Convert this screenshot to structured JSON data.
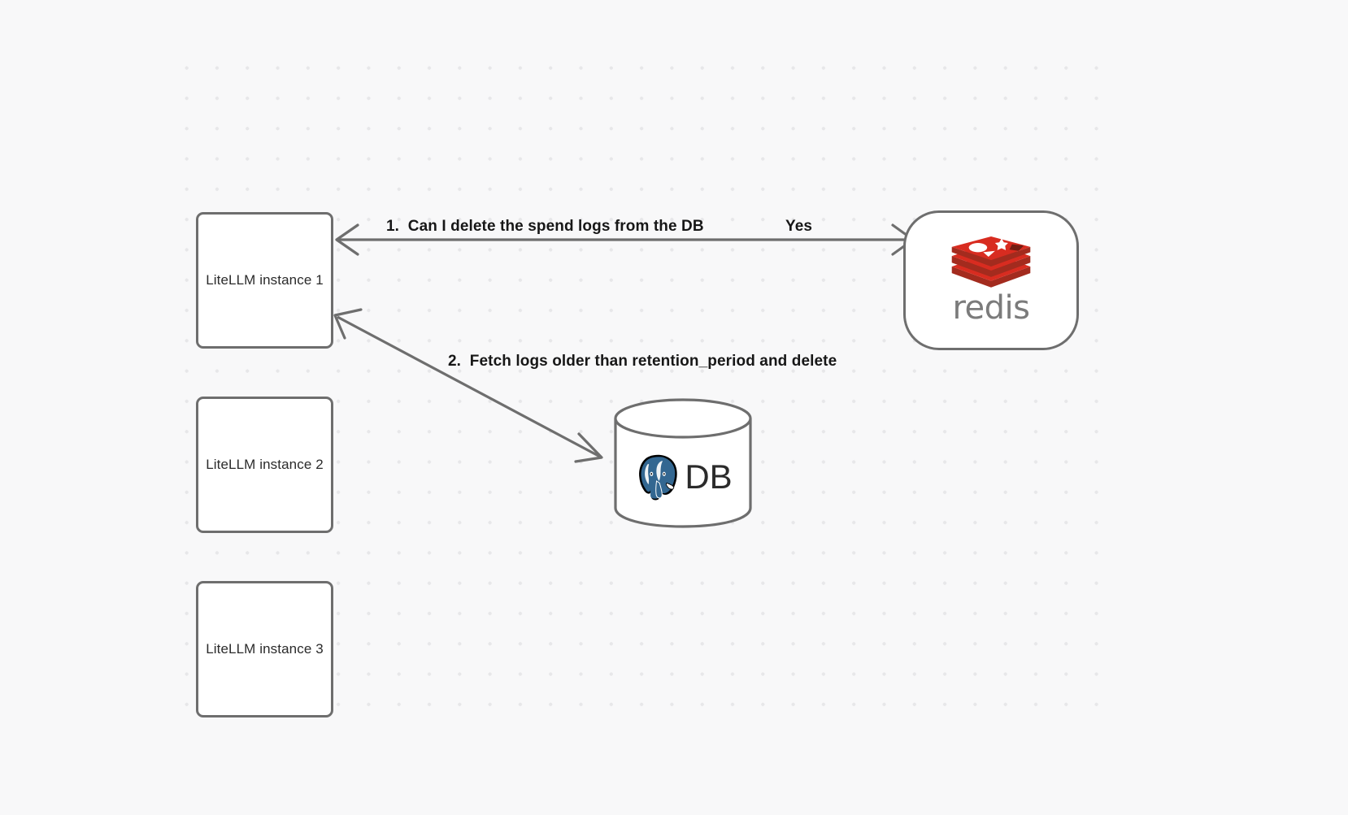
{
  "diagram": {
    "background": "#f8f8f9",
    "grid_dot_color": "#e7e7e9",
    "stroke_color": "#6e6e6e",
    "nodes": [
      {
        "id": "instance1",
        "label": "LiteLLM instance 1",
        "shape": "rounded-rect"
      },
      {
        "id": "instance2",
        "label": "LiteLLM instance 2",
        "shape": "rounded-rect"
      },
      {
        "id": "instance3",
        "label": "LiteLLM instance 3",
        "shape": "rounded-rect"
      },
      {
        "id": "redis",
        "label": "redis",
        "shape": "stadium",
        "logo": "redis-logo-icon",
        "logo_color": "#d82c20"
      },
      {
        "id": "db",
        "label": "DB",
        "shape": "cylinder",
        "logo": "postgresql-elephant-icon",
        "logo_color": "#336791"
      }
    ],
    "edges": [
      {
        "id": "edge-1",
        "from": "redis",
        "to": "instance1",
        "label": "1.  Can I delete the spend logs from the DB",
        "answer_label": "Yes",
        "direction": "bidirectional"
      },
      {
        "id": "edge-2",
        "from": "db",
        "to": "instance1",
        "label": "2.  Fetch logs older than retention_period and delete",
        "direction": "bidirectional"
      }
    ]
  }
}
